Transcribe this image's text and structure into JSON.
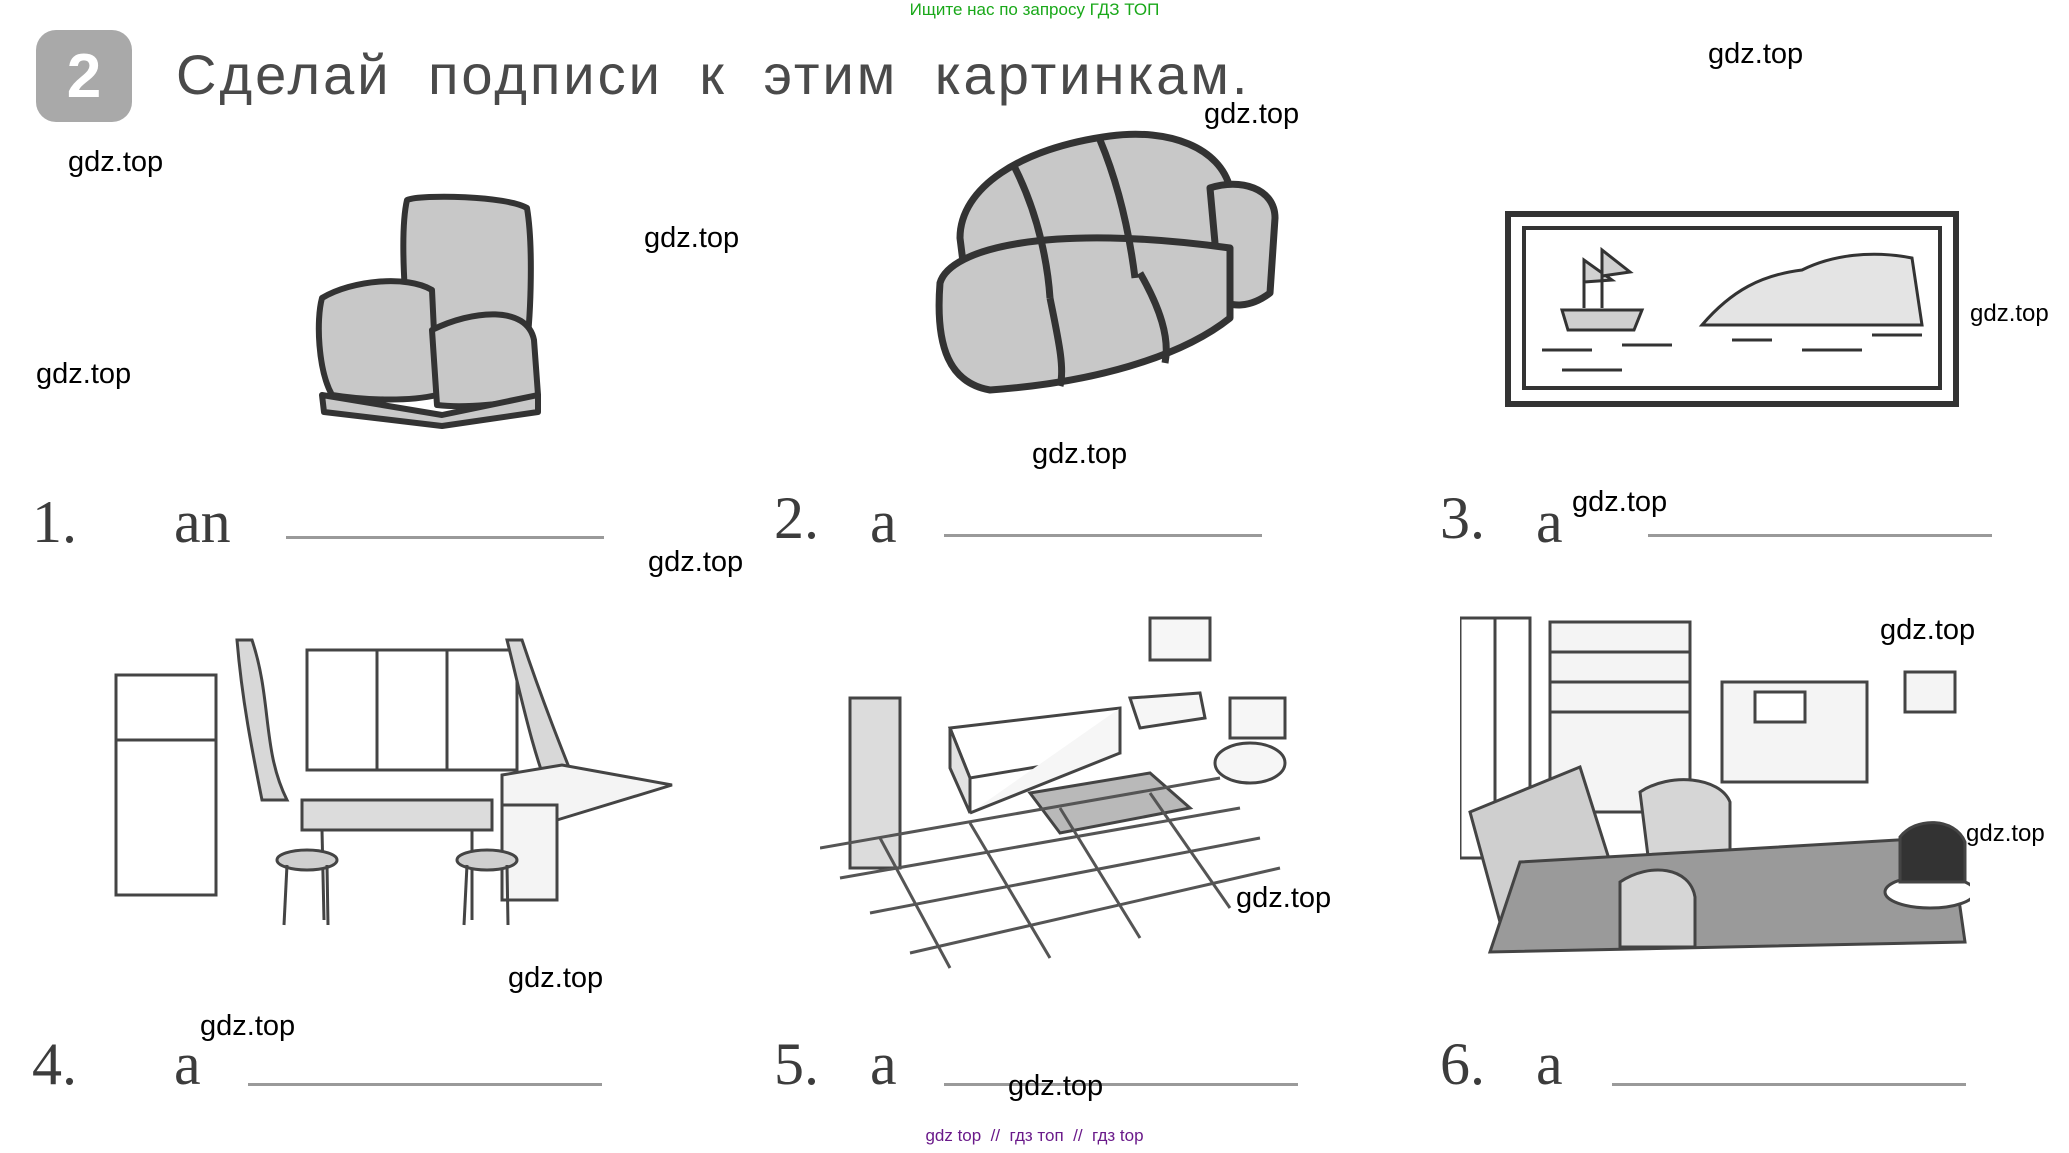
{
  "top_link": "Ищите нас по запросу ГДЗ ТОП",
  "exercise": {
    "number": "2",
    "instruction": "Сделай подписи к этим картинкам."
  },
  "items": [
    {
      "number": "1.",
      "article": "an"
    },
    {
      "number": "2.",
      "article": "a"
    },
    {
      "number": "3.",
      "article": "a"
    },
    {
      "number": "4.",
      "article": "a"
    },
    {
      "number": "5.",
      "article": "a"
    },
    {
      "number": "6.",
      "article": "a"
    }
  ],
  "watermark": "gdz.top",
  "bottom_nav": "gdz top  //  гдз топ  //  гдз top",
  "colors": {
    "top_link": "#19a819",
    "badge": "#a9a9a9",
    "bottom_nav": "#6a1a8a"
  },
  "pictures": [
    "armchair",
    "sofa",
    "picture-of-ship",
    "kitchen",
    "bathroom",
    "living-room"
  ]
}
